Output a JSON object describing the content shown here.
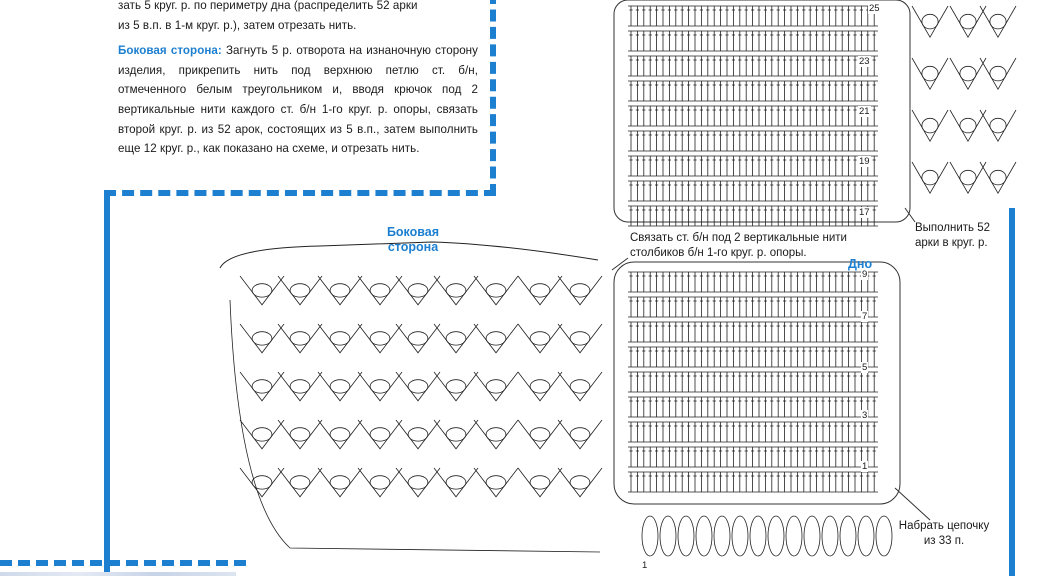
{
  "instructions": {
    "intro_line1": "зать 5 круг. р. по периметру дна (распределить 52 арки",
    "intro_line2": "из 5 в.п. в 1-м круг. р.), затем отрезать нить.",
    "side_heading": "Боковая сторона:",
    "side_text": "Загнуть 5 р. отворота на изнаночную сторону изделия, прикрепить нить под верхнюю петлю ст. б/н, отмеченного белым треугольником и, вводя крючок под 2 вертикальные нити каждого ст. б/н 1-го круг. р. опоры, связать второй круг. р. из 52 арок, состоящих из 5 в.п., затем выполнить еще 12 круг. р., как показано на схеме, и отрезать нить."
  },
  "labels": {
    "side_line1": "Боковая",
    "side_line2": "сторона",
    "tie_line1": "Связать ст. б/н под 2 вертикальные нити",
    "tie_line2": "столбиков б/н 1-го круг. р. опоры.",
    "bottom": "Дно",
    "arches_line1": "Выполнить 52",
    "arches_line2": "арки в круг. р.",
    "chain_line1": "Набрать цепочку",
    "chain_line2": "из 33 п."
  },
  "row_numbers": {
    "r25": "25",
    "r23": "23",
    "r21": "21",
    "r19": "19",
    "r17": "17",
    "r9": "9",
    "r7": "7",
    "r5": "5",
    "r3": "3",
    "r1": "1",
    "rb1": "1"
  },
  "colors": {
    "accent": "#1c7fd0",
    "ink": "#1a1a1a"
  }
}
